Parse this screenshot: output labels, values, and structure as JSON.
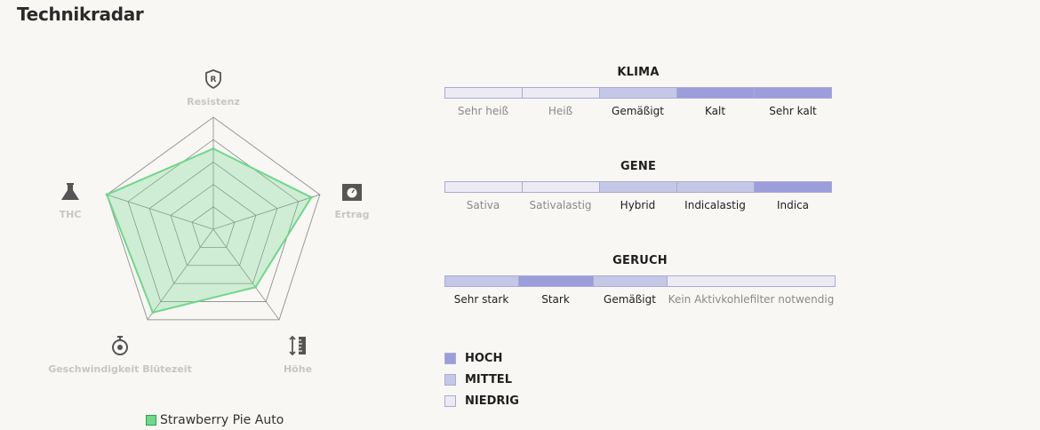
{
  "page": {
    "title": "Technikradar"
  },
  "chart_data": {
    "type": "radar",
    "axes": [
      "Resistenz",
      "Ertrag",
      "Höhe",
      "Geschwindigkeit Blütezeit",
      "THC"
    ],
    "axis_icons": [
      "shield-r-icon",
      "scale-weight-icon",
      "height-ruler-icon",
      "stopwatch-icon",
      "flask-icon"
    ],
    "range": [
      0,
      5
    ],
    "rings": 5,
    "series": [
      {
        "name": "Strawberry Pie Auto",
        "values": [
          3.6,
          4.6,
          3.2,
          4.6,
          5.0
        ],
        "color": "#6fd88a"
      }
    ]
  },
  "legend": {
    "label": "Strawberry Pie Auto"
  },
  "scales": [
    {
      "title": "KLIMA",
      "options": [
        {
          "label": "Sehr heiß",
          "level": "niedrig"
        },
        {
          "label": "Heiß",
          "level": "niedrig"
        },
        {
          "label": "Gemäßigt",
          "level": "mittel"
        },
        {
          "label": "Kalt",
          "level": "hoch"
        },
        {
          "label": "Sehr kalt",
          "level": "hoch"
        }
      ]
    },
    {
      "title": "GENE",
      "options": [
        {
          "label": "Sativa",
          "level": "niedrig"
        },
        {
          "label": "Sativalastig",
          "level": "niedrig"
        },
        {
          "label": "Hybrid",
          "level": "mittel"
        },
        {
          "label": "Indicalastig",
          "level": "mittel"
        },
        {
          "label": "Indica",
          "level": "hoch"
        }
      ]
    },
    {
      "title": "GERUCH",
      "options": [
        {
          "label": "Sehr stark",
          "level": "mittel"
        },
        {
          "label": "Stark",
          "level": "hoch"
        },
        {
          "label": "Gemäßigt",
          "level": "mittel"
        },
        {
          "label": "Kein Aktivkohlefilter notwendig",
          "level": "niedrig"
        }
      ]
    }
  ],
  "level_legend": [
    {
      "key": "hoch",
      "label": "HOCH"
    },
    {
      "key": "mittel",
      "label": "MITTEL"
    },
    {
      "key": "niedrig",
      "label": "NIEDRIG"
    }
  ],
  "colors": {
    "hoch": "#9b9edb",
    "mittel": "#c5c7e6",
    "niedrig": "#ecebf3",
    "series": "#6fd88a"
  }
}
